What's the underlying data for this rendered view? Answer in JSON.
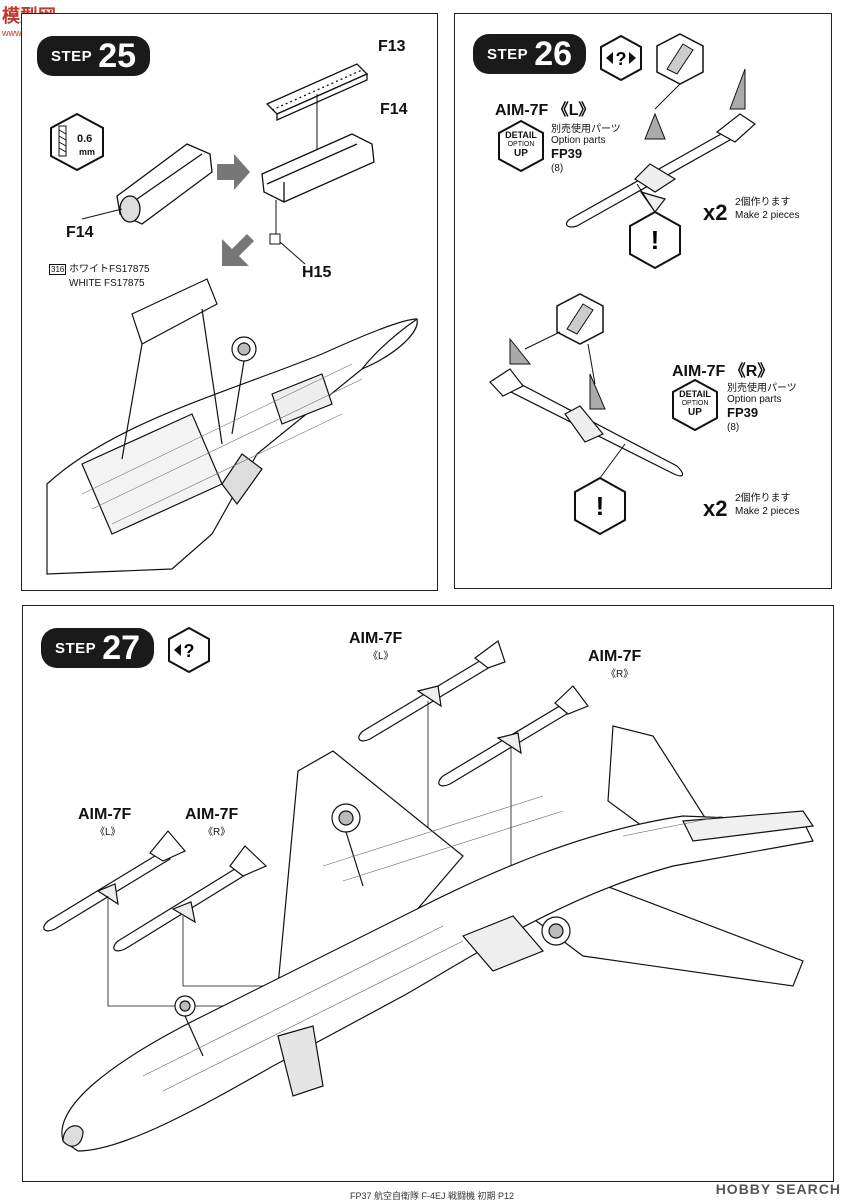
{
  "watermark_top": "模型网",
  "watermark_top_sub": "www.moxing.net",
  "step25": {
    "step_word": "STEP",
    "step_num": "25",
    "thickness": "0.6",
    "thickness_unit": "mm",
    "part_f13": "F13",
    "part_f14_top": "F14",
    "part_f14_left": "F14",
    "part_h15": "H15",
    "paint_code": "316",
    "paint_jp": "ホワイトFS17875",
    "paint_en": "WHITE FS17875"
  },
  "step26": {
    "step_word": "STEP",
    "step_num": "26",
    "missile_l": "AIM-7F 《L》",
    "missile_r": "AIM-7F 《R》",
    "detail_up_1": "DETAIL",
    "detail_up_2": "OPTION",
    "detail_up_3": "UP",
    "option_jp": "別売使用パーツ",
    "option_en": "Option parts",
    "option_part": "FP39",
    "option_qty": "(8)",
    "make_x": "x2",
    "make_jp": "2個作ります",
    "make_en": "Make 2 pieces"
  },
  "step27": {
    "step_word": "STEP",
    "step_num": "27",
    "m1_name": "AIM-7F",
    "m1_side": "《L》",
    "m2_name": "AIM-7F",
    "m2_side": "《R》",
    "m3_name": "AIM-7F",
    "m3_side": "《L》",
    "m4_name": "AIM-7F",
    "m4_side": "《R》"
  },
  "footer": {
    "text": "FP37 航空自衛隊 F-4EJ 戦闘機 初期 P12",
    "brand": "HOBBY SEARCH"
  }
}
